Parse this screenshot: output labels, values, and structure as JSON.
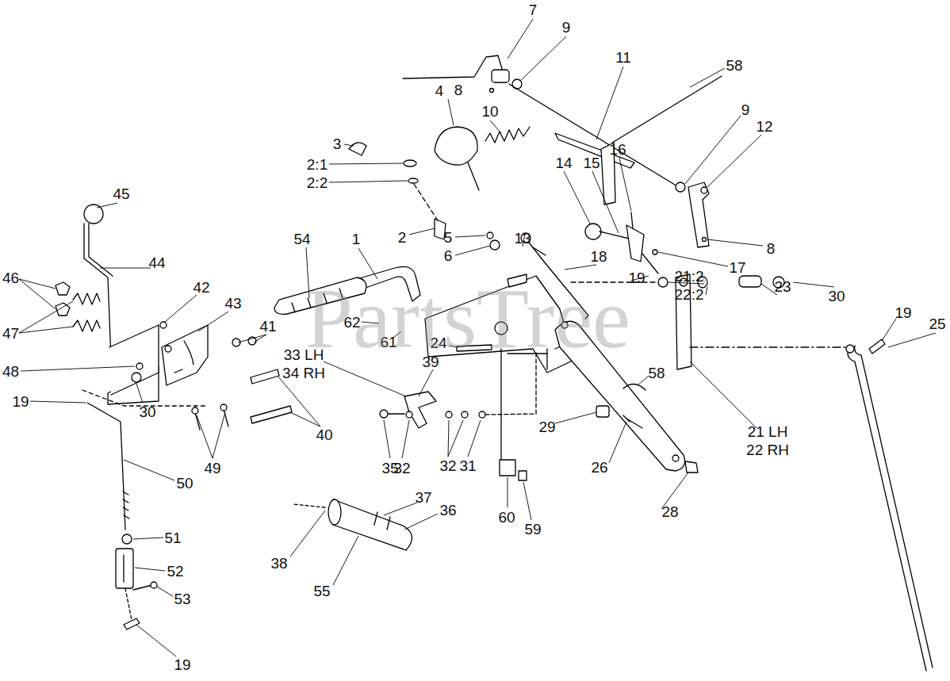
{
  "diagram": {
    "labels": [
      "7",
      "8",
      "9",
      "11",
      "58",
      "9",
      "12",
      "4",
      "10",
      "3",
      "2:1",
      "2:2",
      "16",
      "15",
      "14",
      "5",
      "6",
      "13",
      "2",
      "8",
      "45",
      "54",
      "1",
      "18",
      "17",
      "19",
      "44",
      "46",
      "42",
      "43",
      "47",
      "21:2",
      "22:2",
      "23",
      "30",
      "19",
      "25",
      "41",
      "62",
      "61",
      "24",
      "33 LH",
      "34 RH",
      "39",
      "58",
      "48",
      "19",
      "30",
      "35",
      "32",
      "32",
      "31",
      "29",
      "21 LH",
      "22 RH",
      "40",
      "49",
      "26",
      "50",
      "60",
      "59",
      "28",
      "37",
      "36",
      "38",
      "51",
      "52",
      "53",
      "55",
      "19",
      "PartsTree",
      "™"
    ]
  }
}
